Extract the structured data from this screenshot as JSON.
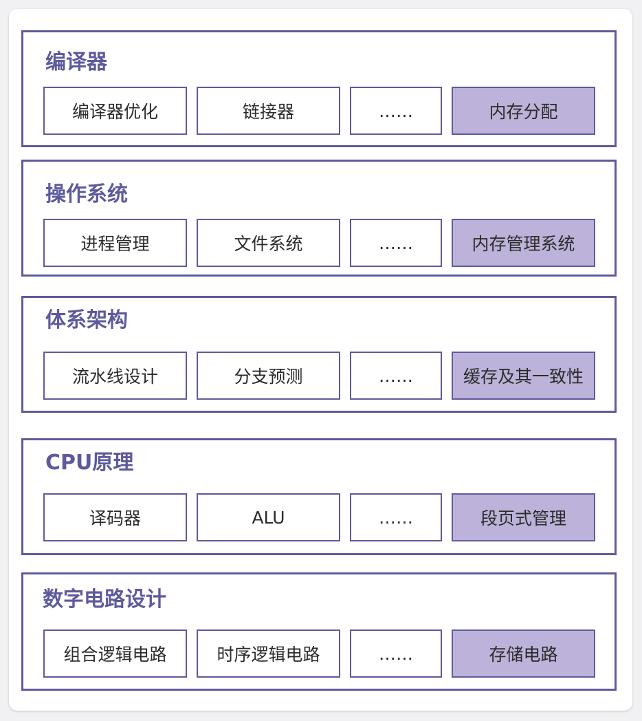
{
  "layers": [
    {
      "title": "编译器",
      "items": [
        "编译器优化",
        "链接器",
        "……",
        "内存分配"
      ]
    },
    {
      "title": "操作系统",
      "items": [
        "进程管理",
        "文件系统",
        "……",
        "内存管理系统"
      ]
    },
    {
      "title": "体系架构",
      "items": [
        "流水线设计",
        "分支预测",
        "……",
        "缓存及其一致性"
      ]
    },
    {
      "title": "CPU原理",
      "items": [
        "译码器",
        "ALU",
        "……",
        "段页式管理"
      ]
    },
    {
      "title": "数字电路设计",
      "items": [
        "组合逻辑电路",
        "时序逻辑电路",
        "……",
        "存储电路"
      ]
    }
  ],
  "colors": {
    "border": "#5d5a9c",
    "title": "#5d5a9c",
    "highlight_fill": "#bdb2d9",
    "cell_fill": "#ffffff"
  }
}
